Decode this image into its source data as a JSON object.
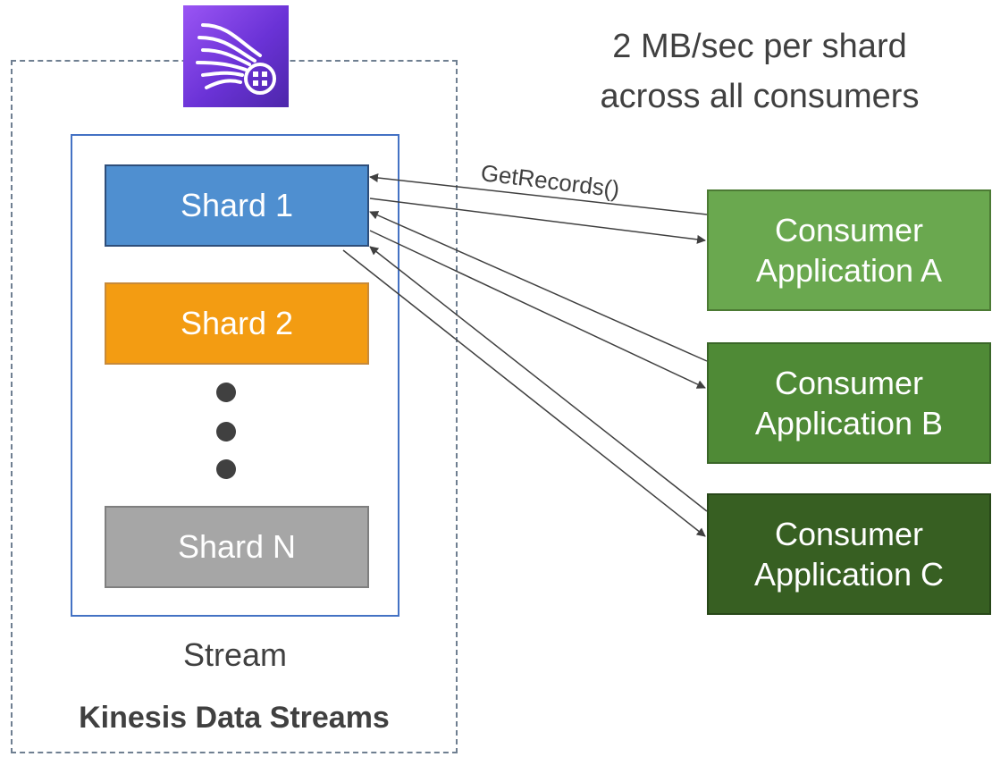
{
  "title": {
    "throughput_line1": "2 MB/sec per shard",
    "throughput_line2": "across all consumers"
  },
  "service": {
    "name": "Kinesis Data Streams",
    "icon": "kinesis-data-streams-icon",
    "icon_color": "#8c4fff"
  },
  "stream": {
    "label": "Stream",
    "shards": [
      {
        "label": "Shard 1",
        "color": "#4f8fd0"
      },
      {
        "label": "Shard 2",
        "color": "#f39c12"
      },
      {
        "label": "Shard N",
        "color": "#a6a6a6"
      }
    ]
  },
  "api_call": "GetRecords()",
  "consumers": [
    {
      "line1": "Consumer",
      "line2": "Application A",
      "color": "#6aa84f"
    },
    {
      "line1": "Consumer",
      "line2": "Application B",
      "color": "#4f8a36"
    },
    {
      "line1": "Consumer",
      "line2": "Application C",
      "color": "#375f22"
    }
  ]
}
